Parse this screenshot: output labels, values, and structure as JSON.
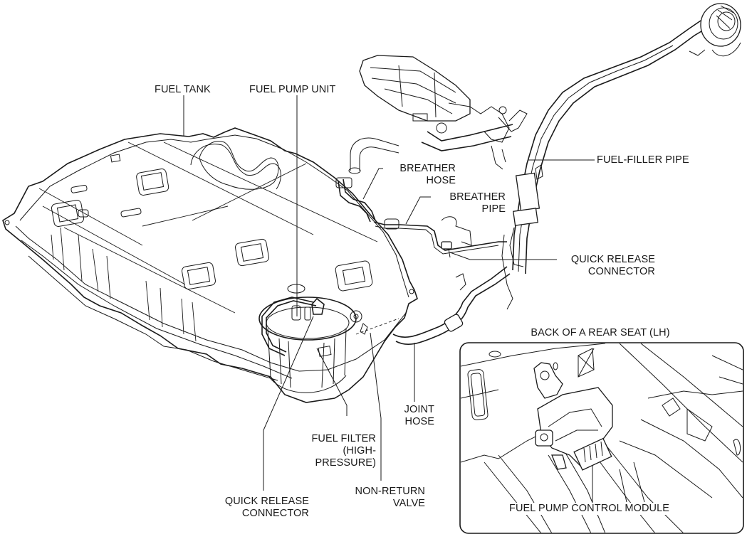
{
  "figure": {
    "title": "Fuel system component layout",
    "inset_title": "BACK OF A REAR SEAT (LH)"
  },
  "labels": {
    "fuel_tank": "FUEL TANK",
    "fuel_pump_unit": "FUEL PUMP UNIT",
    "fuel_filler_pipe": "FUEL-FILLER PIPE",
    "breather_hose": [
      "BREATHER",
      "HOSE"
    ],
    "breather_pipe": [
      "BREATHER",
      "PIPE"
    ],
    "quick_release_connector_upper": [
      "QUICK RELEASE",
      "CONNECTOR"
    ],
    "joint_hose": [
      "JOINT",
      "HOSE"
    ],
    "fuel_filter": [
      "FUEL FILTER",
      "(HIGH-",
      "PRESSURE)"
    ],
    "non_return_valve": [
      "NON-RETURN",
      "VALVE"
    ],
    "quick_release_connector_lower": [
      "QUICK RELEASE",
      "CONNECTOR"
    ],
    "fuel_pump_control_module": "FUEL PUMP CONTROL MODULE"
  }
}
